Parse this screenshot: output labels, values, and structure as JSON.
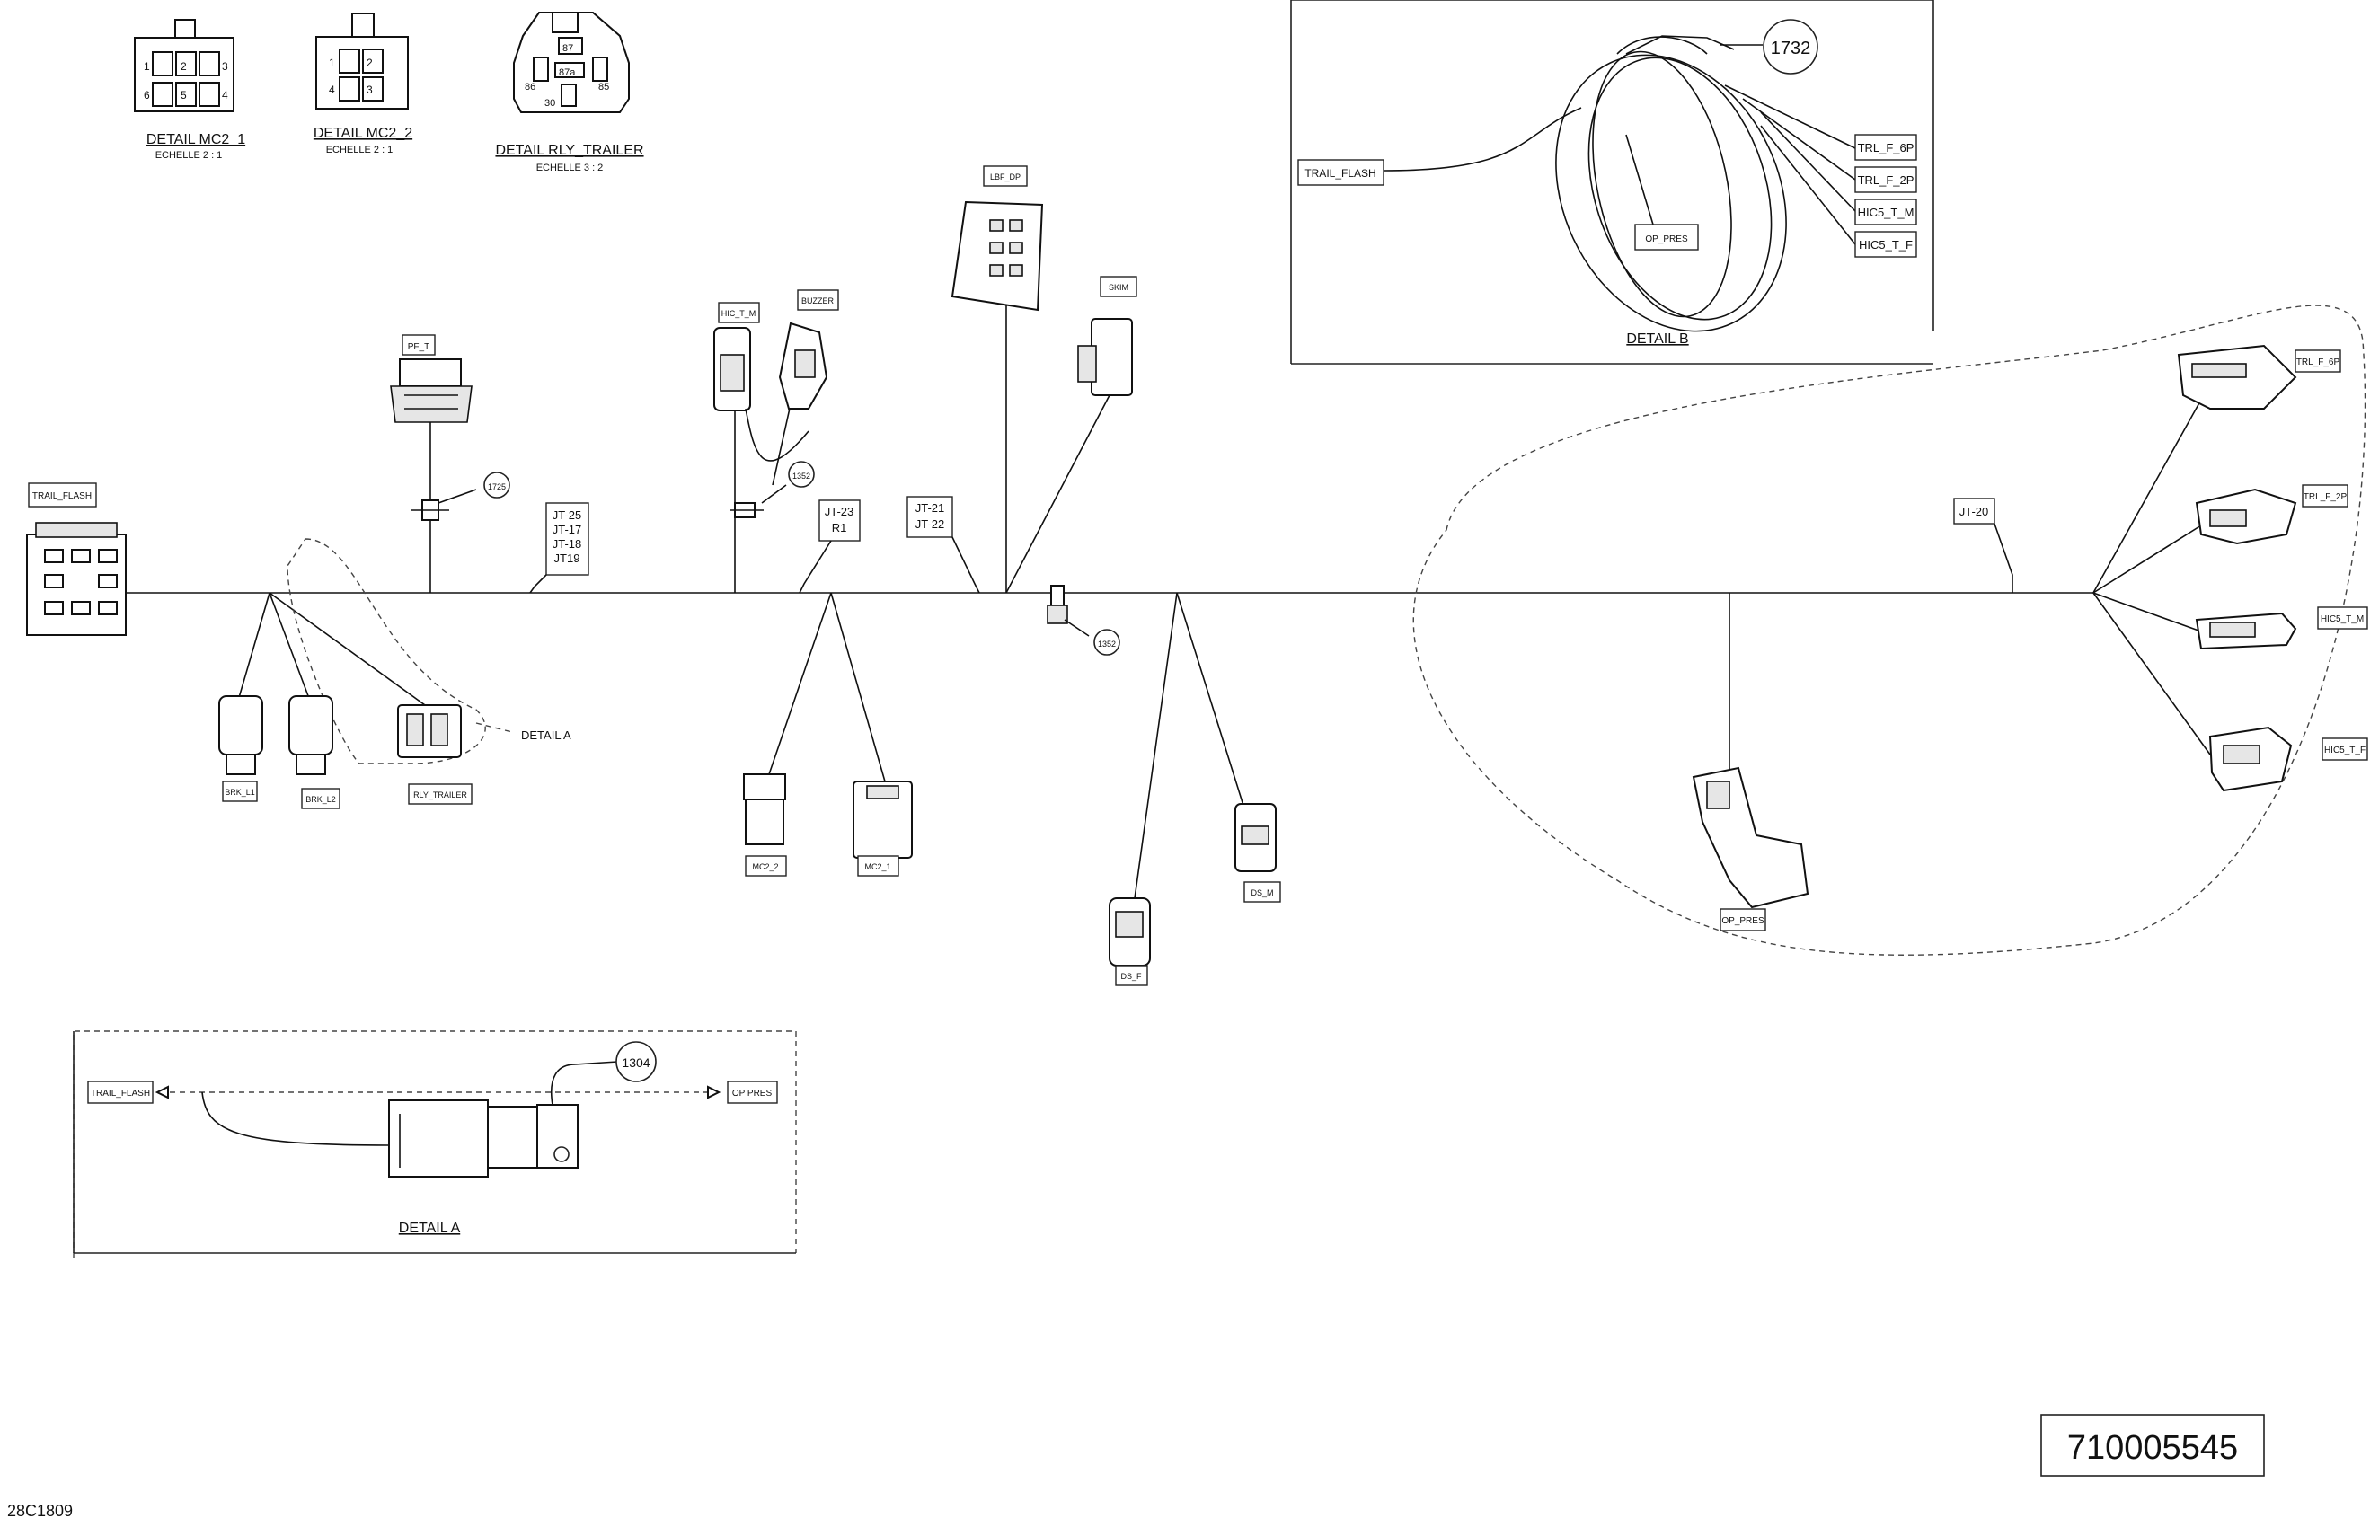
{
  "details_top": [
    {
      "title": "DETAIL MC2_1",
      "scale": "ECHELLE 2 : 1",
      "pins": [
        "1",
        "2",
        "3",
        "6",
        "5",
        "4"
      ]
    },
    {
      "title": "DETAIL MC2_2",
      "scale": "ECHELLE 2 : 1",
      "pins": [
        "1",
        "2",
        "4",
        "3"
      ]
    },
    {
      "title": "DETAIL RLY_TRAILER",
      "scale": "ECHELLE 3 : 2",
      "pins": [
        "87",
        "87a",
        "86",
        "85",
        "30"
      ]
    }
  ],
  "connectors": {
    "trail_flash": "TRAIL_FLASH",
    "pf_t": "PF_T",
    "hic_t_m": "HIC_T_M",
    "buzzer": "BUZZER",
    "lbf_dp": "LBF_DP",
    "skim": "SKIM",
    "brk_l1": "BRK_L1",
    "brk_l2": "BRK_L2",
    "rly_trailer": "RLY_TRAILER",
    "mc2_2": "MC2_2",
    "mc2_1": "MC2_1",
    "ds_f": "DS_F",
    "ds_m": "DS_M",
    "op_pres": "OP_PRES",
    "trl_f_6p": "TRL_F_6P",
    "trl_f_2p": "TRL_F_2P",
    "hic5_t_m": "HIC5_T_M",
    "hic5_t_f": "HIC5_T_F"
  },
  "junctions": {
    "jt_25": [
      "JT-25",
      "JT-17",
      "JT-18",
      "JT19"
    ],
    "jt_23": [
      "JT-23",
      "R1"
    ],
    "jt_21": [
      "JT-21",
      "JT-22"
    ],
    "jt_20": [
      "JT-20"
    ]
  },
  "callouts": {
    "c1725": "1725",
    "c1352a": "1352",
    "c1352b": "1352",
    "c1304": "1304",
    "c1732": "1732"
  },
  "detail_a_pointer": "DETAIL A",
  "detail_b": {
    "title": "DETAIL B",
    "trail_flash": "TRAIL_FLASH",
    "op_pres": "OP_PRES",
    "trl_f_6p": "TRL_F_6P",
    "trl_f_2p": "TRL_F_2P",
    "hic5_t_m": "HIC5_T_M",
    "hic5_t_f": "HIC5_T_F"
  },
  "detail_a": {
    "title": "DETAIL A",
    "trail_flash": "TRAIL_FLASH",
    "op_pres": "OP PRES"
  },
  "part_number": "710005545",
  "drawing_code": "28C1809"
}
